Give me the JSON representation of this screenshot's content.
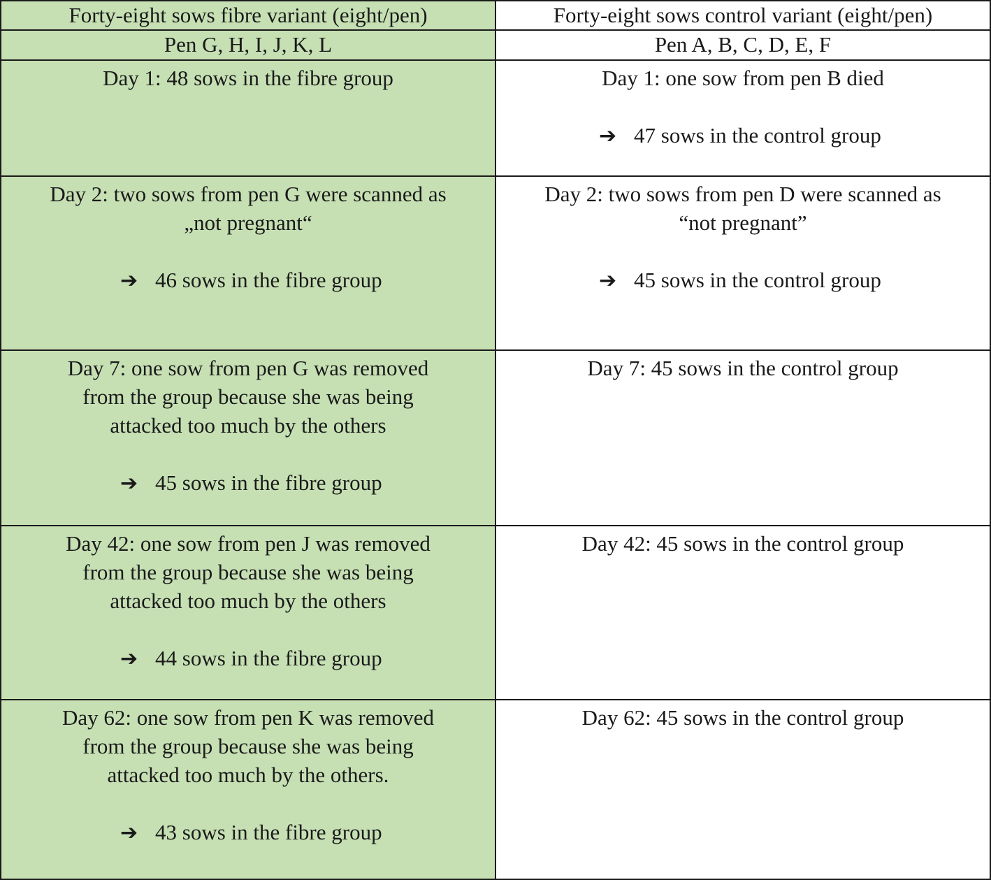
{
  "header": {
    "fibre_title": "Forty-eight sows fibre variant (eight/pen)",
    "control_title": "Forty-eight sows control variant (eight/pen)",
    "fibre_pens": "Pen G, H, I, J, K, L",
    "control_pens": "Pen A, B, C, D, E, F"
  },
  "arrow_glyph": "➔",
  "rows": [
    {
      "fibre": {
        "lines": [
          "Day 1: 48 sows in the fibre group"
        ],
        "result": ""
      },
      "control": {
        "lines": [
          "Day 1: one sow from pen B died"
        ],
        "result": "47 sows in the control group"
      }
    },
    {
      "fibre": {
        "lines": [
          "Day 2: two sows from pen G were scanned as",
          "„not pregnant“"
        ],
        "result": "46 sows in the fibre group"
      },
      "control": {
        "lines": [
          "Day 2: two sows from pen D were scanned as",
          "“not pregnant”"
        ],
        "result": "45 sows in the control group"
      }
    },
    {
      "fibre": {
        "lines": [
          "Day 7: one sow from pen G was removed",
          "from the group because she was being",
          "attacked too much by the others"
        ],
        "result": "45 sows in the fibre group"
      },
      "control": {
        "lines": [
          "Day 7: 45 sows in the control group"
        ],
        "result": ""
      }
    },
    {
      "fibre": {
        "lines": [
          "Day 42: one sow from pen J was removed",
          "from the group because she was being",
          "attacked too much by the others"
        ],
        "result": "44 sows in the fibre group"
      },
      "control": {
        "lines": [
          "Day 42: 45 sows in the control group"
        ],
        "result": ""
      }
    },
    {
      "fibre": {
        "lines": [
          "Day 62: one sow from pen K was removed",
          "from the group because she was being",
          "attacked too much by the others."
        ],
        "result": "43 sows in the fibre group"
      },
      "control": {
        "lines": [
          "Day 62: 45 sows in the control group"
        ],
        "result": ""
      }
    }
  ],
  "colors": {
    "fibre_background": "#c6e0b4",
    "control_background": "#ffffff",
    "border": "#1a1a1a"
  }
}
